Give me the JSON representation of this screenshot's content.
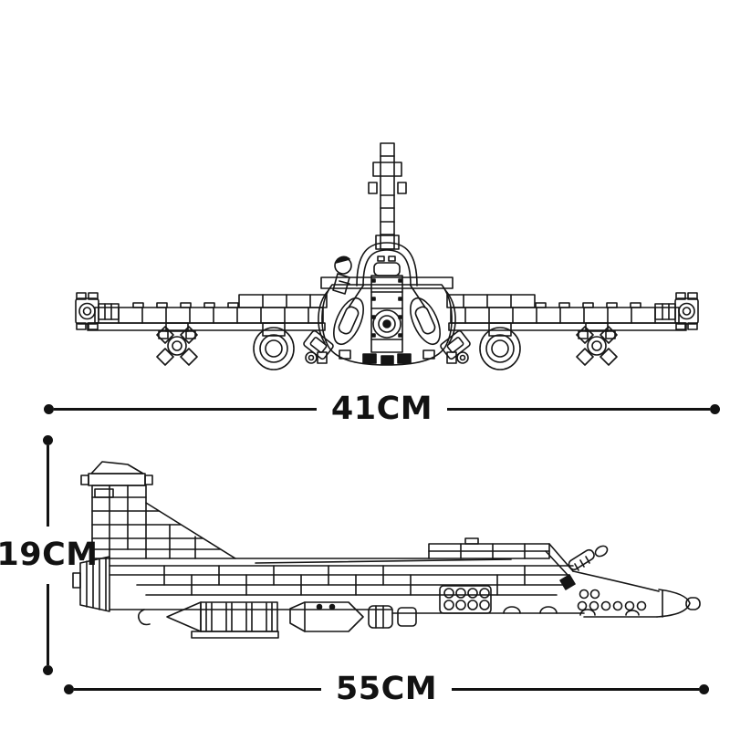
{
  "page": {
    "background": "#ffffff",
    "ink": "#121212"
  },
  "diagram": {
    "subject": "brick-built fighter jet",
    "views": {
      "front": {
        "name": "front view"
      },
      "side": {
        "name": "side view"
      }
    },
    "dimensions": {
      "wingspan": {
        "label": "41CM",
        "value": 41,
        "unit": "CM",
        "orientation": "horizontal"
      },
      "height": {
        "label": "19CM",
        "value": 19,
        "unit": "CM",
        "orientation": "vertical"
      },
      "length": {
        "label": "55CM",
        "value": 55,
        "unit": "CM",
        "orientation": "horizontal"
      }
    }
  }
}
